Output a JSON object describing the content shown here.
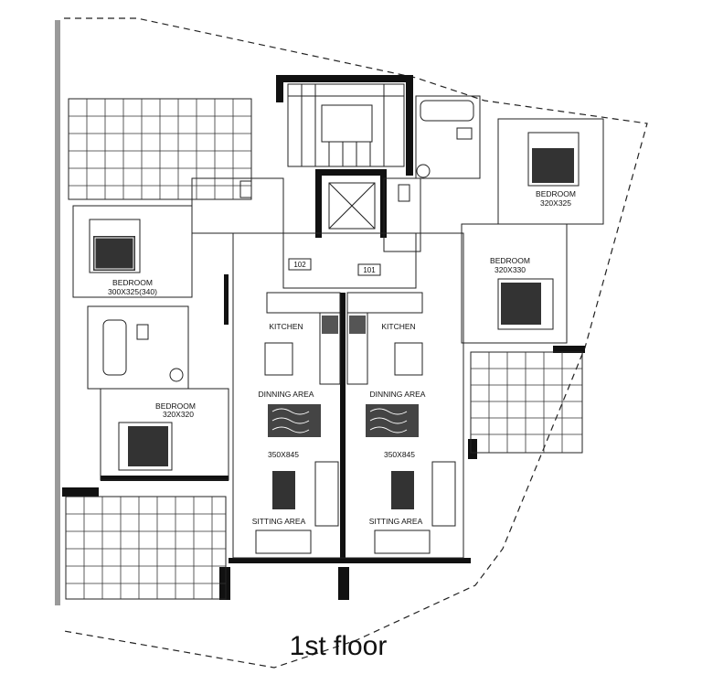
{
  "title": "1st floor",
  "rooms": {
    "bedroom_nw": {
      "name": "BEDROOM",
      "size": "300X325(340)"
    },
    "bedroom_sw": {
      "name": "BEDROOM",
      "size": "320X320"
    },
    "bedroom_ne": {
      "name": "BEDROOM",
      "size": "320X325"
    },
    "bedroom_e": {
      "name": "BEDROOM",
      "size": "320X330"
    },
    "kitchen_left": {
      "name": "KITCHEN"
    },
    "kitchen_right": {
      "name": "KITCHEN"
    },
    "dining_left": {
      "name": "DINNING AREA",
      "size": "350X845"
    },
    "dining_right": {
      "name": "DINNING AREA",
      "size": "350X845"
    },
    "sitting_left": {
      "name": "SITTING AREA"
    },
    "sitting_right": {
      "name": "SITTING AREA"
    }
  },
  "doors": {
    "left": "102",
    "right": "101"
  }
}
